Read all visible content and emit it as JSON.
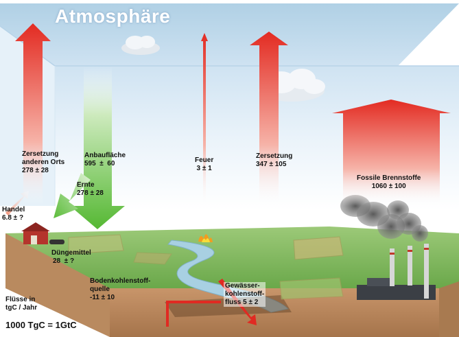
{
  "title": "Atmosphäre",
  "fluxes": {
    "zersetzung_anderen_orts": {
      "name": "Zersetzung\nanderen Orts",
      "value": "278 ± 28"
    },
    "anbauflaeche": {
      "name": "Anbaufläche",
      "value": "595  ±  60"
    },
    "ernte": {
      "name": "Ernte",
      "value": "278 ± 28"
    },
    "handel": {
      "name": "Handel",
      "value": "6.8 ± ?"
    },
    "feuer": {
      "name": "Feuer",
      "value": "3 ± 1"
    },
    "zersetzung": {
      "name": "Zersetzung",
      "value": "347 ± 105"
    },
    "fossile": {
      "name": "Fossile Brennstoffe",
      "value": "1060 ± 100"
    },
    "duengemittel": {
      "name": "Düngemittel",
      "value": "28  ± ?"
    },
    "bodenkohlenstoff": {
      "name": "Bodenkohlenstoff-\nquelle",
      "value": "-11 ± 10"
    },
    "gewaesser": {
      "name": "Gewässer-\nkohlenstoff-\nfluss 5 ± 2"
    }
  },
  "units": "Flüsse in\ntgC / Jahr",
  "conversion": "1000 TgC = 1GtC",
  "colors": {
    "atmosphere_top": "#a9cce3",
    "arrow_red": "#e8302a",
    "arrow_green": "#5dbb3a",
    "ground_green": "#7fb85a",
    "soil": "#b9875a",
    "water": "#9ec9de"
  }
}
